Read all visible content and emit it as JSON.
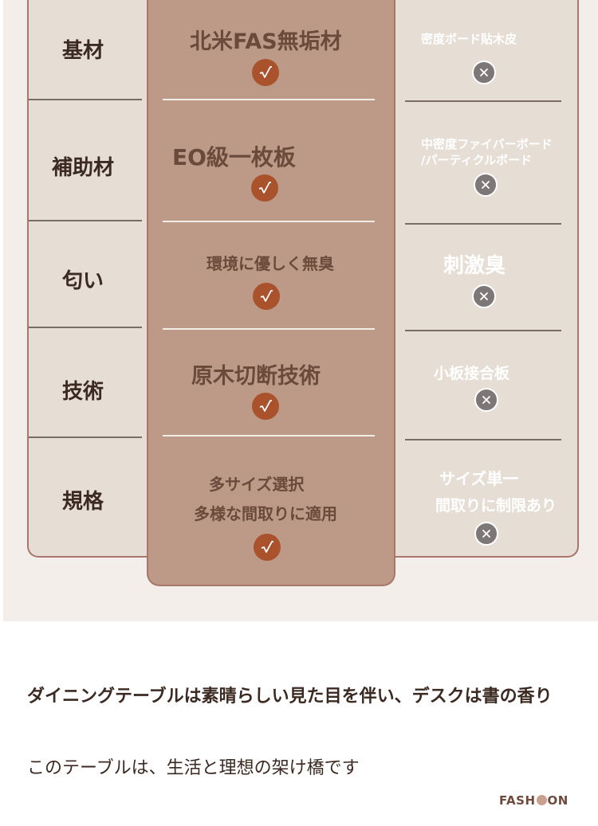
{
  "rows": [
    {
      "label": "基材",
      "middle_lines": [
        "北米FAS無垢材"
      ],
      "right_lines": [
        "密度ボード貼木皮"
      ]
    },
    {
      "label": "補助材",
      "middle_lines": [
        "EO級一枚板"
      ],
      "right_lines": [
        "中密度ファイバーボード",
        "/パーティクルボード"
      ]
    },
    {
      "label": "匂い",
      "middle_lines": [
        "環境に優しく無臭"
      ],
      "right_lines": [
        "刺激臭"
      ]
    },
    {
      "label": "技術",
      "middle_lines": [
        "原木切断技術"
      ],
      "right_lines": [
        "小板接合板"
      ]
    },
    {
      "label": "規格",
      "middle_lines": [
        "多サイズ選択",
        "多様な間取りに適用"
      ],
      "right_lines": [
        "サイズ単一",
        "間取りに制限あり"
      ]
    }
  ],
  "captions": {
    "line1": "ダイニングテーブルは素晴らしい見た目を伴い、デスクは書の香り",
    "line2": "このテーブルは、生活と理想の架け橋です"
  },
  "logo": {
    "left": "FASH",
    "right": "ON"
  },
  "colors": {
    "panel_bg": "#f3eee9",
    "side_card": "#e6ddd5",
    "middle_card": "#bd9988",
    "check": "#a9522c",
    "cross": "#7d7877",
    "label_text": "#3b2a22"
  },
  "icons": {
    "positive": "check-icon",
    "negative": "cross-icon"
  }
}
